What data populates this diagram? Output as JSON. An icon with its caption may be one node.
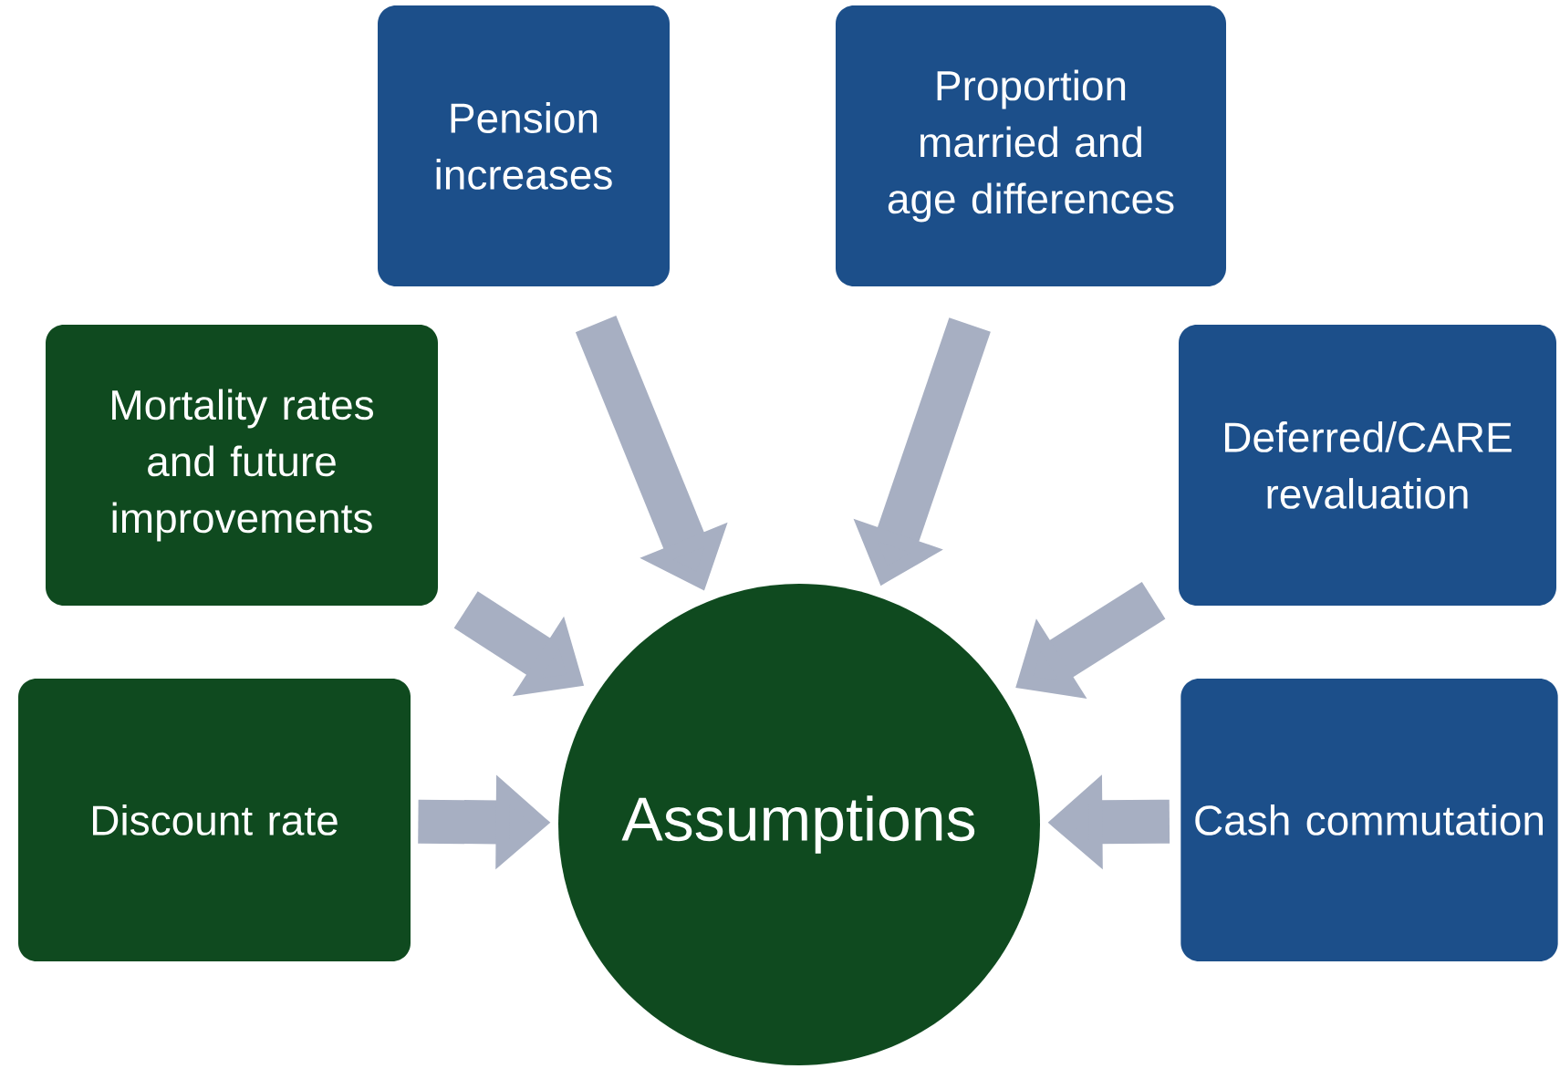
{
  "diagram": {
    "nodes": [
      {
        "text": [
          "Pension increases"
        ]
      },
      {
        "text": [
          "Proportion married and age differences"
        ]
      },
      {
        "text": [
          "Mortality rates and future improvements"
        ]
      },
      {
        "text": [
          "Deferred/CARE revaluation"
        ]
      },
      {
        "text": [
          "Discount rate"
        ]
      },
      {
        "text": [
          "Assumptions"
        ]
      },
      {
        "text": [
          "Cash commutation"
        ]
      }
    ],
    "edges": [
      {
        "from": 0,
        "to": 5,
        "arrow": "to"
      },
      {
        "from": 1,
        "to": 5,
        "arrow": "to"
      },
      {
        "from": 2,
        "to": 5,
        "arrow": "to"
      },
      {
        "from": 3,
        "to": 5,
        "arrow": "to"
      },
      {
        "from": 4,
        "to": 5,
        "arrow": "to"
      },
      {
        "from": 6,
        "to": 5,
        "arrow": "to"
      }
    ]
  }
}
